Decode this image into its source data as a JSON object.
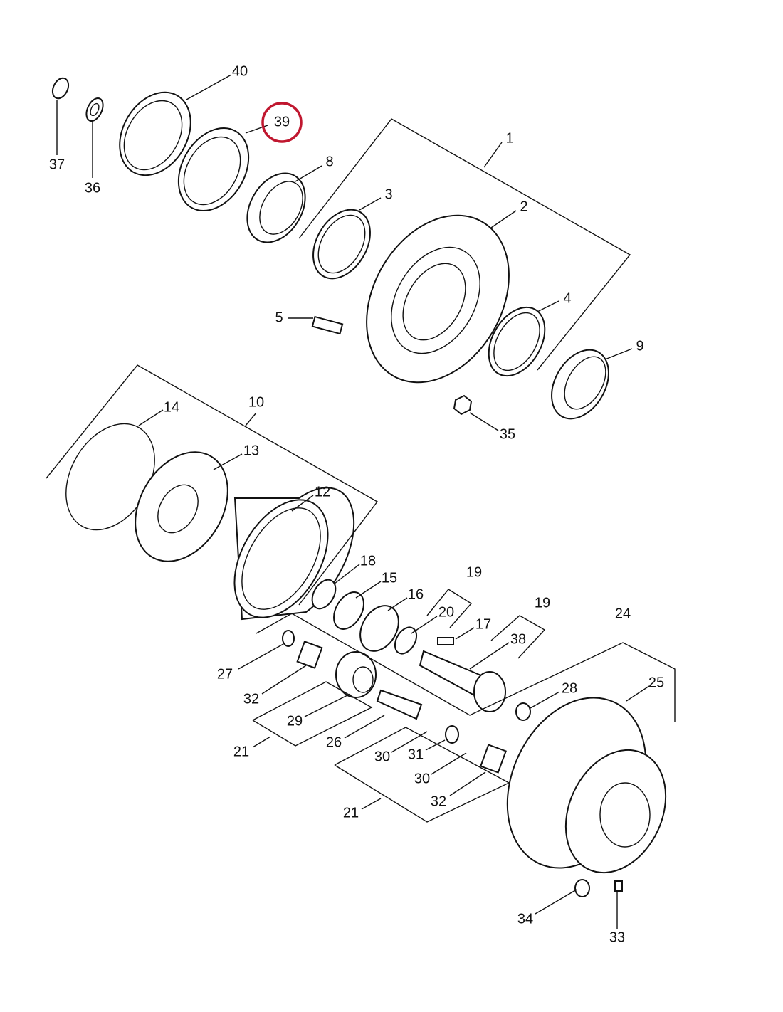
{
  "diagram": {
    "type": "exploded parts diagram",
    "highlight_color": "#c0172f",
    "highlighted_callout": "39",
    "callouts": [
      "40",
      "39",
      "37",
      "36",
      "8",
      "1",
      "3",
      "2",
      "4",
      "5",
      "9",
      "35",
      "14",
      "10",
      "13",
      "12",
      "18",
      "19",
      "15",
      "16",
      "20",
      "17",
      "19",
      "38",
      "24",
      "25",
      "28",
      "27",
      "32",
      "29",
      "26",
      "21",
      "30",
      "31",
      "30",
      "32",
      "21",
      "34",
      "33"
    ]
  }
}
